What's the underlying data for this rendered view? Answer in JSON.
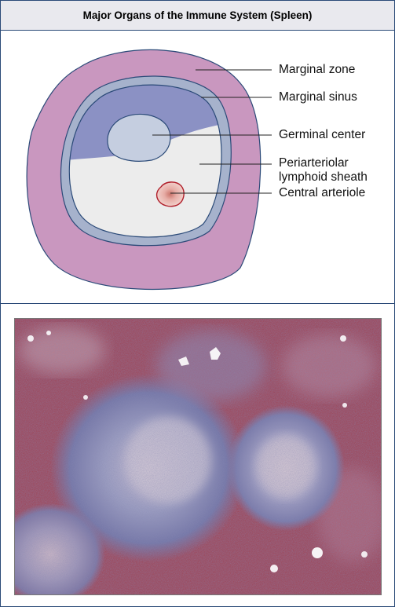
{
  "title": "Major Organs of the Immune System (Spleen)",
  "labels": {
    "marginal_zone": "Marginal zone",
    "marginal_sinus": "Marginal sinus",
    "germinal_center": "Germinal center",
    "pals_line1": "Periarteriolar",
    "pals_line2": "lymphoid sheath",
    "central_arteriole": "Central arteriole"
  },
  "colors": {
    "marginal_zone": "#c997bf",
    "marginal_sinus": "#a6b2cc",
    "white_pulp_upper": "#8b91c4",
    "pals": "#ececec",
    "germinal_center": "#c5cee0",
    "arteriole": "#e8b0a8",
    "outline": "#2b4a78"
  }
}
